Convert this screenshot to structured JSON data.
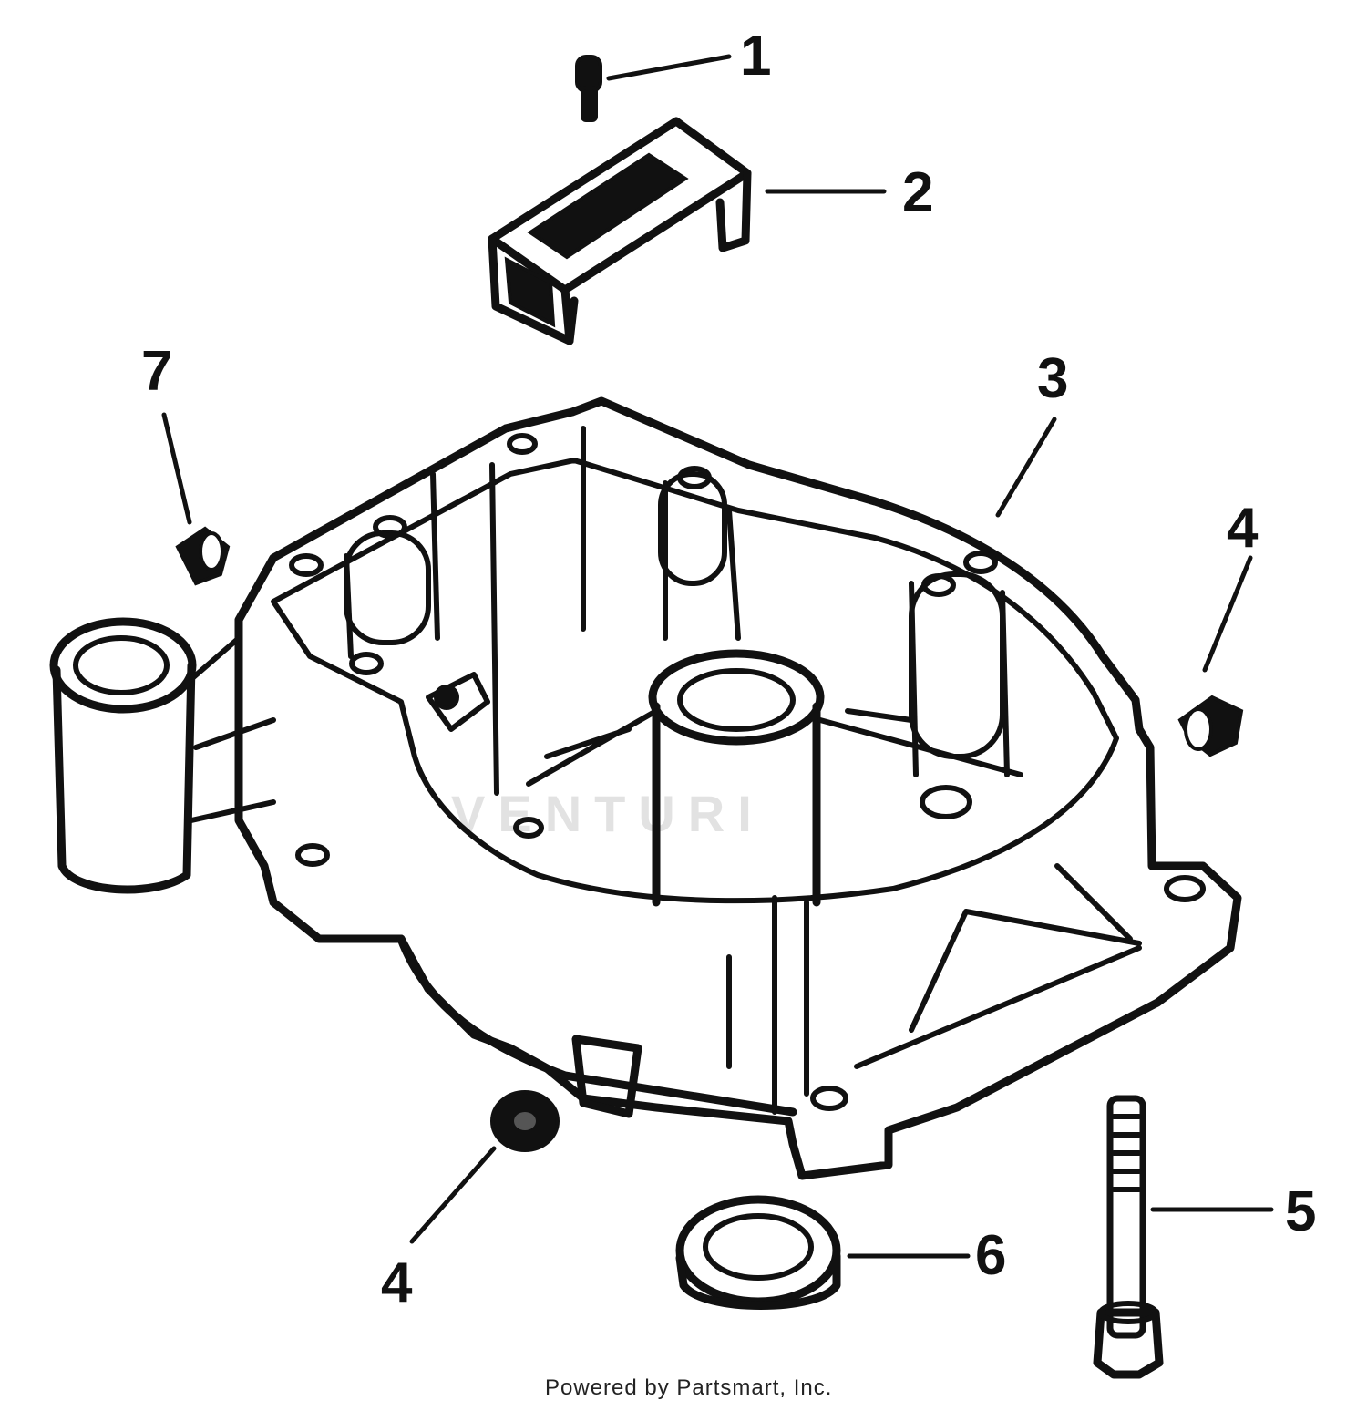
{
  "diagram": {
    "callouts": {
      "c1": "1",
      "c2": "2",
      "c3": "3",
      "c4a": "4",
      "c4b": "4",
      "c5": "5",
      "c6": "6",
      "c7": "7"
    },
    "watermark": "VENTURI",
    "credit": "Powered by Partsmart, Inc."
  }
}
